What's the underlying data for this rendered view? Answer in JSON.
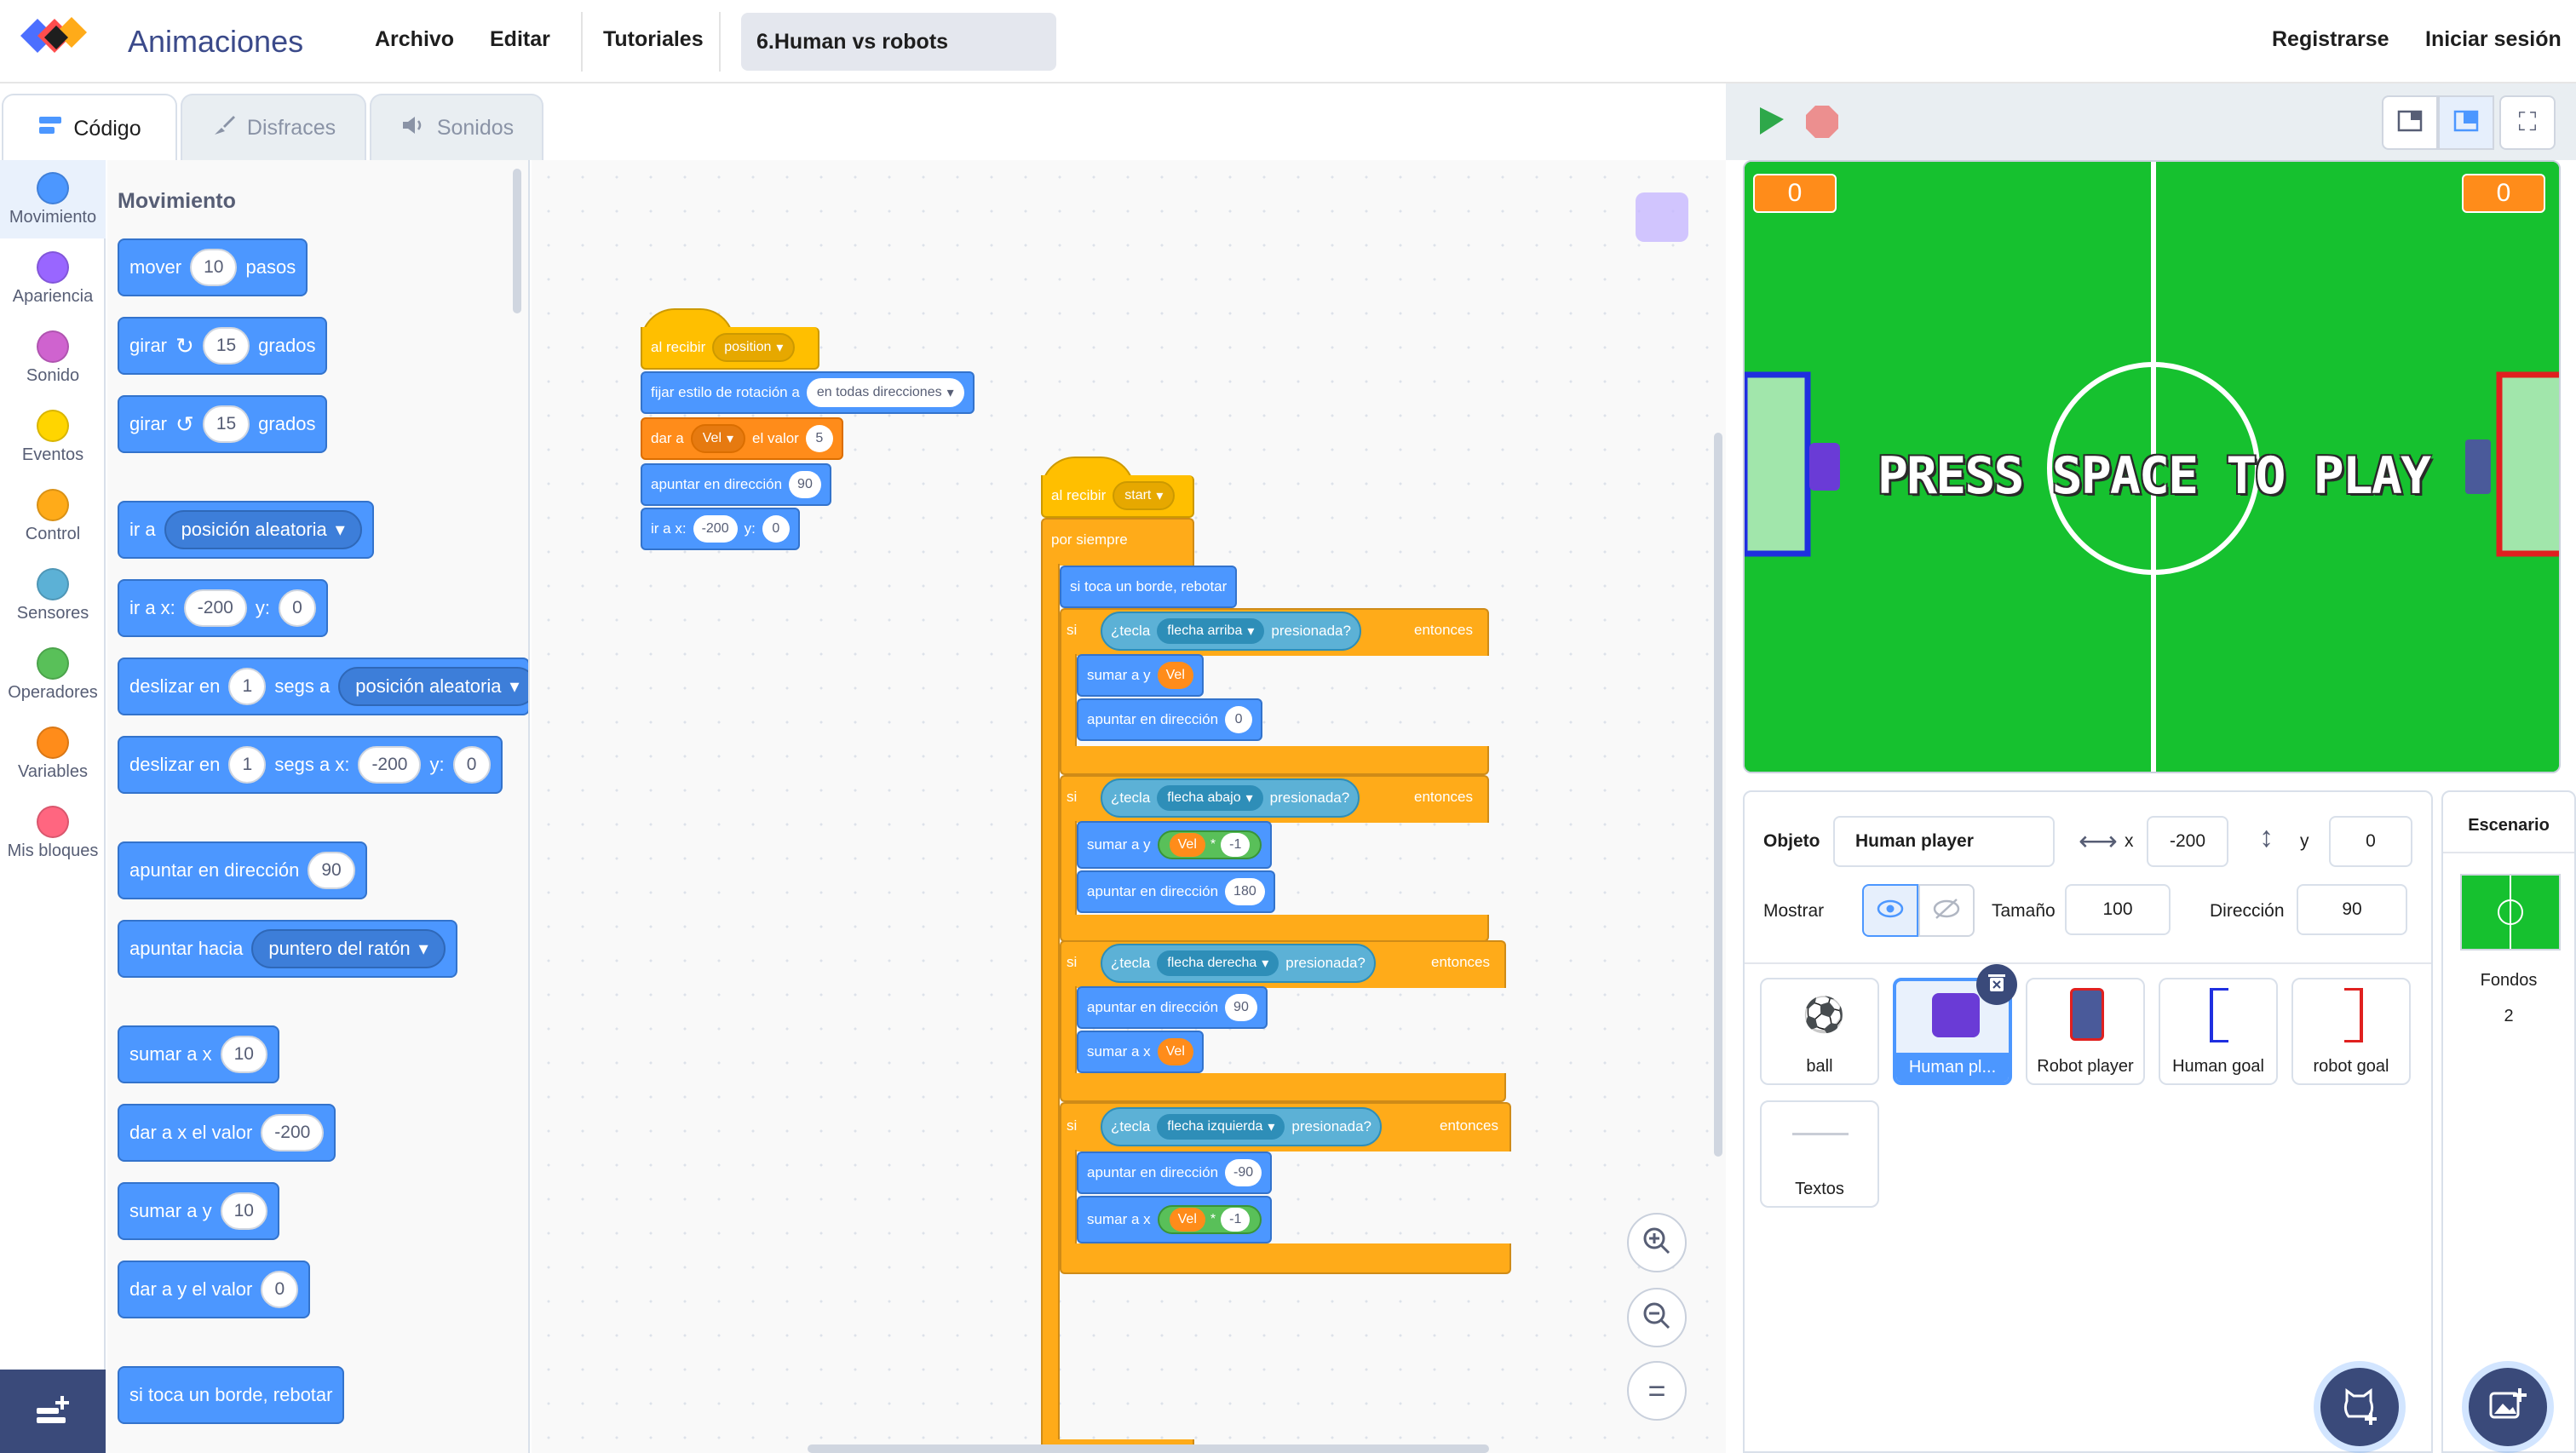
{
  "header": {
    "app_title": "Animaciones",
    "menu": [
      "Archivo",
      "Editar",
      "Tutoriales"
    ],
    "project_title": "6.Human vs robots",
    "register": "Registrarse",
    "login": "Iniciar sesión"
  },
  "tabs": {
    "code": "Código",
    "costumes": "Disfraces",
    "sounds": "Sonidos"
  },
  "categories": [
    {
      "label": "Movimiento",
      "color": "#4c97ff"
    },
    {
      "label": "Apariencia",
      "color": "#9966ff"
    },
    {
      "label": "Sonido",
      "color": "#cf63cf"
    },
    {
      "label": "Eventos",
      "color": "#ffd500"
    },
    {
      "label": "Control",
      "color": "#ffab19"
    },
    {
      "label": "Sensores",
      "color": "#5cb1d6"
    },
    {
      "label": "Operadores",
      "color": "#59c059"
    },
    {
      "label": "Variables",
      "color": "#ff8c1a"
    },
    {
      "label": "Mis bloques",
      "color": "#ff6680"
    }
  ],
  "palette": {
    "heading": "Movimiento",
    "move": {
      "a": "mover",
      "v": "10",
      "b": "pasos"
    },
    "turn_right": {
      "a": "girar",
      "v": "15",
      "b": "grados"
    },
    "turn_left": {
      "a": "girar",
      "v": "15",
      "b": "grados"
    },
    "goto": {
      "a": "ir a",
      "dd": "posición aleatoria"
    },
    "gotoxy": {
      "a": "ir a x:",
      "x": "-200",
      "b": "y:",
      "y": "0"
    },
    "glide": {
      "a": "deslizar en",
      "v": "1",
      "b": "segs a",
      "dd": "posición aleatoria"
    },
    "glidexy": {
      "a": "deslizar en",
      "v": "1",
      "b": "segs a x:",
      "x": "-200",
      "c": "y:",
      "y": "0"
    },
    "point_dir": {
      "a": "apuntar en dirección",
      "v": "90"
    },
    "point_to": {
      "a": "apuntar hacia",
      "dd": "puntero del ratón"
    },
    "change_x": {
      "a": "sumar a x",
      "v": "10"
    },
    "set_x": {
      "a": "dar a x el valor",
      "v": "-200"
    },
    "change_y": {
      "a": "sumar a y",
      "v": "10"
    },
    "set_y": {
      "a": "dar a y el valor",
      "v": "0"
    },
    "bounce": {
      "a": "si toca un borde, rebotar"
    }
  },
  "script1": {
    "hat": "al recibir",
    "hat_dd": "position",
    "rot": "fijar estilo de rotación a",
    "rot_dd": "en todas direcciones",
    "setvar": "dar a",
    "setvar_dd": "Vel",
    "setvar_b": "el valor",
    "setvar_v": "5",
    "point": "apuntar en dirección",
    "point_v": "90",
    "goto": "ir a x:",
    "goto_x": "-200",
    "goto_b": "y:",
    "goto_y": "0"
  },
  "script2": {
    "hat": "al recibir",
    "hat_dd": "start",
    "forever": "por siempre",
    "bounce": "si toca un borde, rebotar",
    "if_kw": "si",
    "then_kw": "entonces",
    "key_kw": "¿tecla",
    "pressed_kw": "presionada?",
    "if1_key": "flecha arriba",
    "if1_a": "sumar a y",
    "if1_a_var": "Vel",
    "if1_b": "apuntar en dirección",
    "if1_b_v": "0",
    "if2_key": "flecha abajo",
    "if2_a": "sumar a y",
    "if2_a_var": "Vel",
    "if2_a_op": "*",
    "if2_a_v": "-1",
    "if2_b": "apuntar en dirección",
    "if2_b_v": "180",
    "if3_key": "flecha derecha",
    "if3_a": "apuntar en dirección",
    "if3_a_v": "90",
    "if3_b": "sumar a x",
    "if3_b_var": "Vel",
    "if4_key": "flecha izquierda",
    "if4_a": "apuntar en dirección",
    "if4_a_v": "-90",
    "if4_b": "sumar a x",
    "if4_b_var": "Vel",
    "if4_b_op": "*",
    "if4_b_v": "-1"
  },
  "stage": {
    "score_left": "0",
    "score_right": "0",
    "banner": "PRESS SPACE TO PLAY",
    "field_color": "#16c12f",
    "human_goal_color": "#1f2fe0",
    "robot_goal_color": "#e0201f",
    "score_color": "#ff8c1a"
  },
  "sprite_info": {
    "object_label": "Objeto",
    "object_name": "Human player",
    "x_label": "x",
    "x_value": "-200",
    "y_label": "y",
    "y_value": "0",
    "show_label": "Mostrar",
    "size_label": "Tamaño",
    "size_value": "100",
    "dir_label": "Dirección",
    "dir_value": "90"
  },
  "sprites": [
    "ball",
    "Human pl...",
    "Robot player",
    "Human goal",
    "robot goal",
    "Textos"
  ],
  "backdrops": {
    "heading": "Escenario",
    "label": "Fondos",
    "count": "2"
  }
}
